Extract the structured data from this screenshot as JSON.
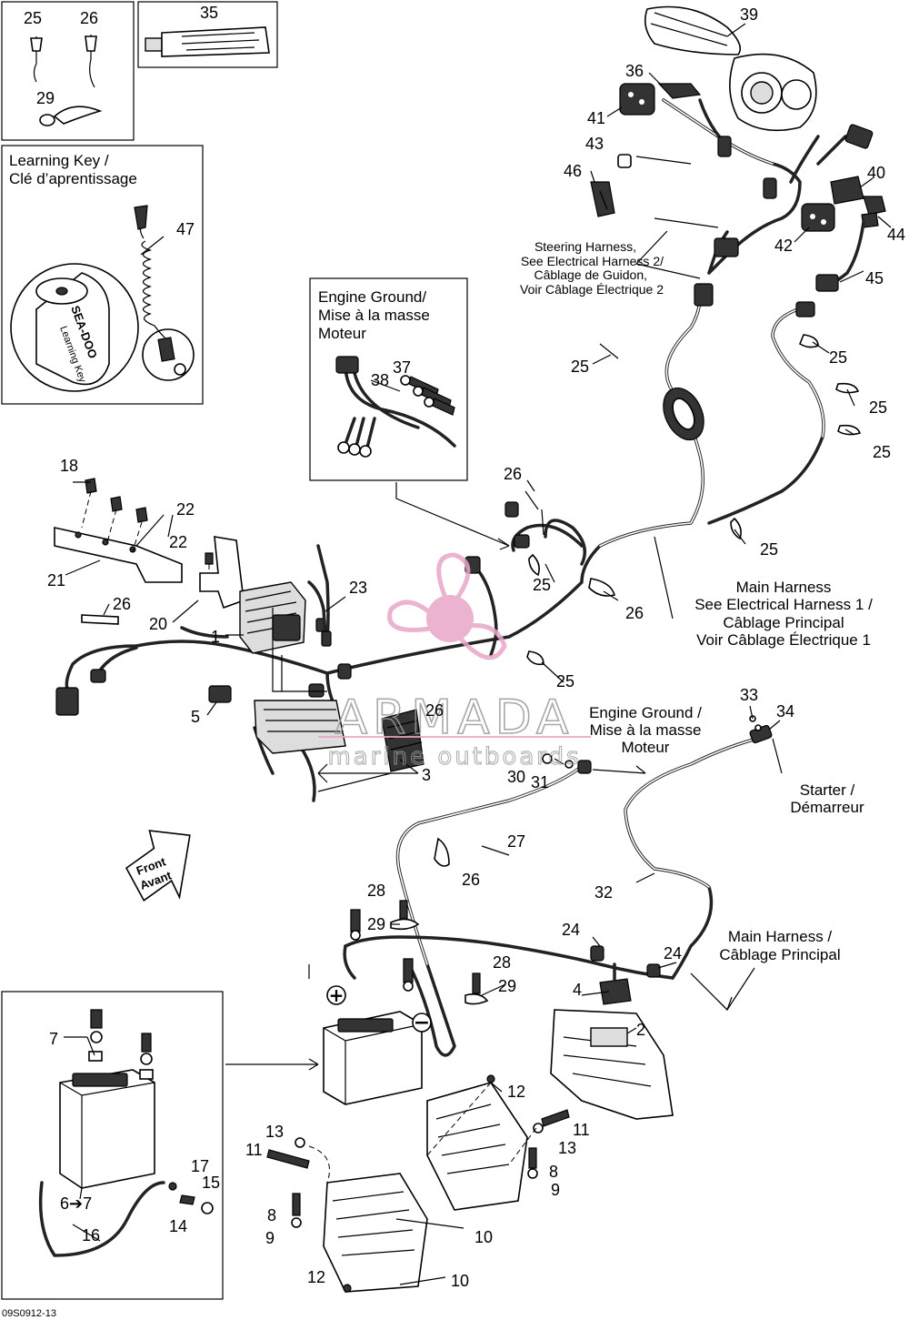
{
  "labels": {
    "learning_key_title_1": "Learning Key /",
    "learning_key_title_2": "Clé d’aprentissage",
    "engine_ground_1_l1": "Engine Ground/",
    "engine_ground_1_l2": "Mise à la masse",
    "engine_ground_1_l3": "Moteur",
    "steering_l1": "Steering Harness,",
    "steering_l2": "See Electrical Harness 2/",
    "steering_l3": "Câblage de Guidon,",
    "steering_l4": "Voir Câblage Électrique 2",
    "main_harness_1_l1": "Main Harness",
    "main_harness_1_l2": "See Electrical Harness 1 /",
    "main_harness_1_l3": "Câblage Principal",
    "main_harness_1_l4": "Voir Câblage Électrique 1",
    "engine_ground_2_l1": "Engine Ground /",
    "engine_ground_2_l2": "Mise à la masse",
    "engine_ground_2_l3": "Moteur",
    "starter_l1": "Starter /",
    "starter_l2": "Démarreur",
    "main_harness_2_l1": "Main Harness /",
    "main_harness_2_l2": "Câblage Principal",
    "front_l1": "Front",
    "front_l2": "Avant",
    "key_brand": "SEA-DOO",
    "key_text": "Learning Key",
    "watermark_main": "ARMADA",
    "watermark_sub": "marine outboards",
    "diagram_code": "09S0912-13"
  },
  "callouts": {
    "c1": "1",
    "c2": "2",
    "c3": "3",
    "c4": "4",
    "c5": "5",
    "c6_7": "6➔7",
    "c7": "7",
    "c8a": "8",
    "c8b": "8",
    "c9a": "9",
    "c9b": "9",
    "c10a": "10",
    "c10b": "10",
    "c11a": "11",
    "c11b": "11",
    "c12a": "12",
    "c12b": "12",
    "c13a": "13",
    "c13b": "13",
    "c14": "14",
    "c15": "15",
    "c16": "16",
    "c17": "17",
    "c18": "18",
    "c20": "20",
    "c21": "21",
    "c22a": "22",
    "c22b": "22",
    "c23": "23",
    "c24a": "24",
    "c24b": "24",
    "c25a": "25",
    "c25b": "25",
    "c25c": "25",
    "c25d": "25",
    "c25e": "25",
    "c25f": "25",
    "c25g": "25",
    "c25h": "25",
    "c26a": "26",
    "c26b": "26",
    "c26c": "26",
    "c26d": "26",
    "c26e": "26",
    "c26f": "26",
    "c27": "27",
    "c28a": "28",
    "c28b": "28",
    "c29a": "29",
    "c29b": "29",
    "c29c": "29",
    "c30": "30",
    "c31": "31",
    "c32": "32",
    "c33": "33",
    "c34": "34",
    "c35": "35",
    "c36": "36",
    "c37": "37",
    "c38": "38",
    "c39": "39",
    "c40": "40",
    "c41": "41",
    "c42": "42",
    "c43": "43",
    "c44": "44",
    "c45": "45",
    "c46": "46",
    "c47": "47"
  },
  "colors": {
    "watermark_pink": "#e8a6c8",
    "watermark_pink_light": "#f3d2e3",
    "watermark_gray": "#9a9a9a"
  }
}
